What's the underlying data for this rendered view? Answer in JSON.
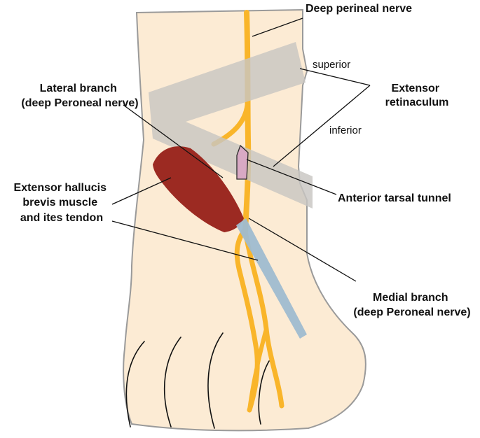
{
  "labels": {
    "deep_perineal_nerve": "Deep perineal nerve",
    "superior": "superior",
    "inferior": "inferior",
    "extensor_retinaculum": [
      "Extensor",
      "retinaculum"
    ],
    "lateral_branch": [
      "Lateral branch",
      "(deep Peroneal nerve)"
    ],
    "ehb_muscle": [
      "Extensor hallucis",
      "brevis muscle",
      "and ites tendon"
    ],
    "anterior_tarsal_tunnel": "Anterior tarsal tunnel",
    "medial_branch": [
      "Medial branch",
      "(deep Peroneal nerve)"
    ]
  },
  "colors": {
    "skin": "#fcebd4",
    "outline": "#9a9a9a",
    "nerve": "#f9b52a",
    "retinaculum": "#c8c6c2",
    "muscle": "#9c2a22",
    "tendon": "#9fbcd0",
    "tunnel": "#d9a8c4"
  }
}
